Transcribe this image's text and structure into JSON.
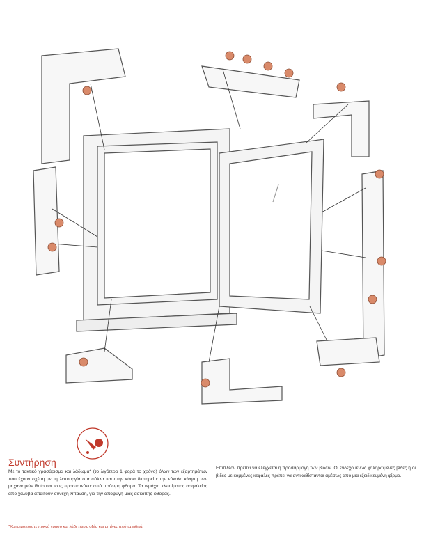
{
  "section": {
    "title": "Συντήρηση",
    "paragraph_left": "Με το τακτικό γρασάρισμα και λάδωμα* (το λιγότερο 1 φορά το χρόνο) όλων των εξαρτημάτων που έχουν σχέση με τη λειτουργία στα φύλλα και στην κάσα διατηρείτε την εύκολη κίνηση των μηχανισμών Roto και τους προστατεύετε από πρόωρη φθορά. Τα τεμάχια κλεισίματος ασφαλείας από χάλυβα απαιτούν συνεχή λίπανση, για την αποφυγή μιας άσκοπης φθοράς.",
    "paragraph_right": "Επιπλέον πρέπει να ελέγχεται η προσαρμογή των βιδών. Οι ενδεχομένως χαλαρωμένες βίδες ή οι βίδες με κομμένες κεφαλές πρέπει να αντικαθίστανται αμέσως από μια εξειδικευμένη φίρμα.",
    "footnote": "*Χρησιμοποιείτε πυκνό γράσο και λάδι χωρίς οξέα και ρητίνες από τα ειδικά"
  },
  "colors": {
    "accent": "#c0392b",
    "oilcan": "#d98a6a",
    "line": "#555555"
  },
  "icons": [
    "oil-drop-icon",
    "oil-can-icon"
  ]
}
